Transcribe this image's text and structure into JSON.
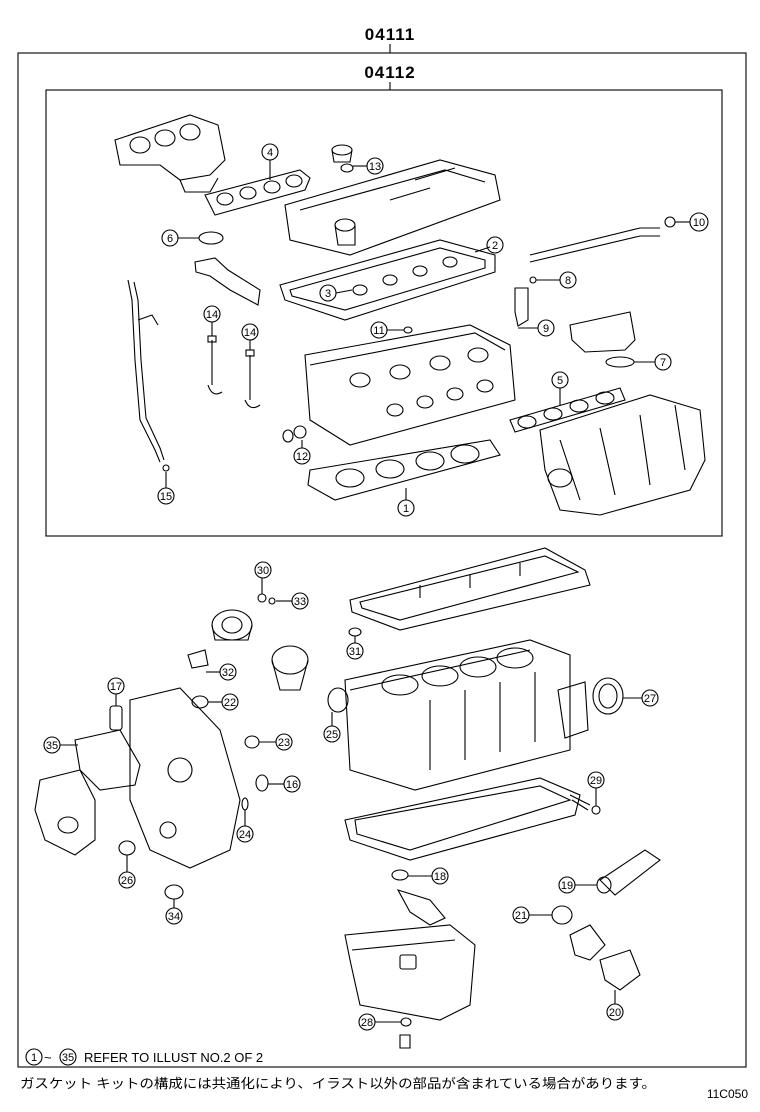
{
  "header": {
    "outer_code": "04111",
    "inner_code": "04112"
  },
  "callouts_upper": [
    "1",
    "2",
    "3",
    "4",
    "5",
    "6",
    "7",
    "8",
    "9",
    "10",
    "11",
    "12",
    "13",
    "14",
    "14",
    "15"
  ],
  "callouts_lower": [
    "16",
    "17",
    "18",
    "19",
    "20",
    "21",
    "22",
    "23",
    "24",
    "25",
    "26",
    "27",
    "28",
    "29",
    "30",
    "31",
    "32",
    "33",
    "34",
    "35"
  ],
  "footer": {
    "range_start": "1",
    "range_end": "35",
    "range_sep": "~",
    "note_en": "REFER TO ILLUST NO.2 OF 2",
    "note_jp": "ガスケット キットの構成には共通化により、イラスト以外の部品が含まれている場合があります。",
    "illustration_id": "11C050"
  }
}
